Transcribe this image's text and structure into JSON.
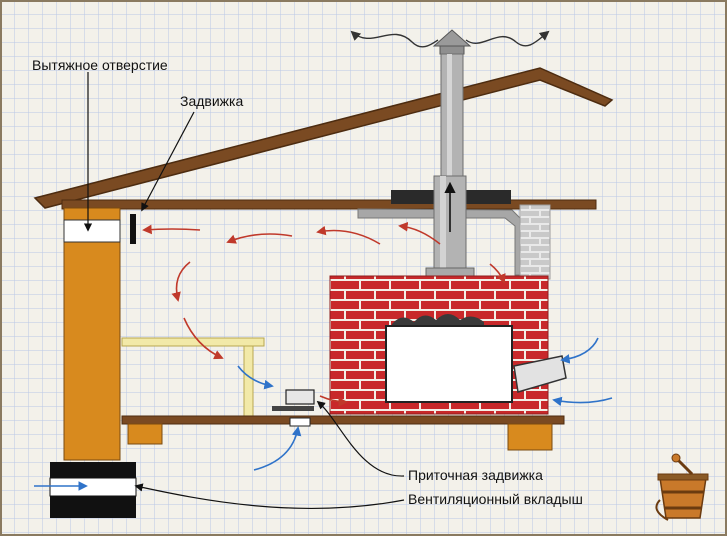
{
  "labels": {
    "exhaust_vent": "Вытяжное отверстие",
    "damper": "Задвижка",
    "supply_damper": "Приточная задвижка",
    "vent_insert": "Вентиляционный вкладыш"
  },
  "colors": {
    "grid": "#b9c7e6",
    "roof": "#7a4a22",
    "wood_post": "#d88a1e",
    "brick": "#c8282a",
    "mortar": "#f4eee6",
    "chimney": "#b3b3b3",
    "air_flow_hot": "#c0392b",
    "air_flow_cold": "#2f73c9",
    "bench": "#f2e9a8",
    "floor": "#7a4a22"
  },
  "icons": [
    "bath-bucket-icon"
  ]
}
